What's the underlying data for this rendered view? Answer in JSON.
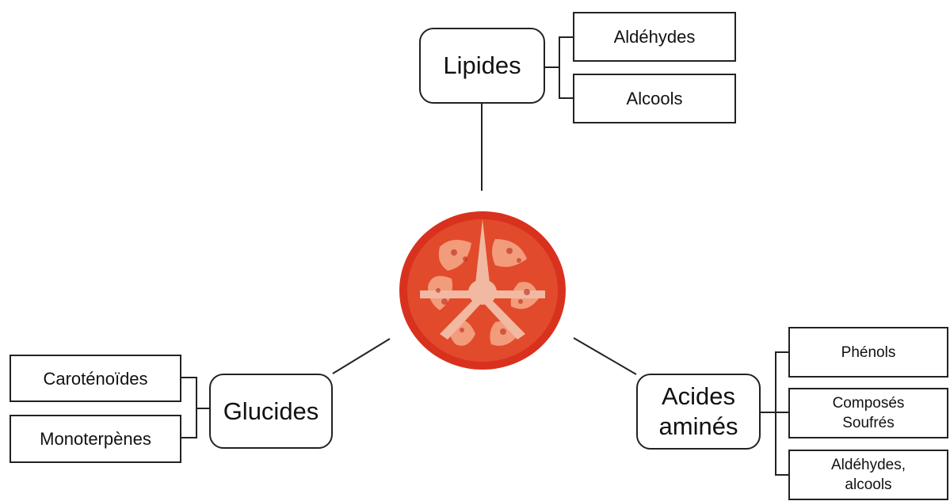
{
  "diagram": {
    "center_icon": "tomato-slice-icon",
    "nodes": {
      "lipides": {
        "label": "Lipides",
        "children": [
          "Aldéhydes",
          "Alcools"
        ]
      },
      "glucides": {
        "label": "Glucides",
        "children": [
          "Caroténoïdes",
          "Monoterpènes"
        ]
      },
      "acides": {
        "label": "Acides\naminés",
        "children": [
          "Phénols",
          "Composés\nSoufrés",
          "Aldéhydes,\nalcools"
        ]
      }
    }
  },
  "colors": {
    "line": "#222222",
    "tomato_skin": "#d8321f",
    "tomato_flesh": "#e9704f",
    "tomato_core": "#f1b9a1"
  }
}
